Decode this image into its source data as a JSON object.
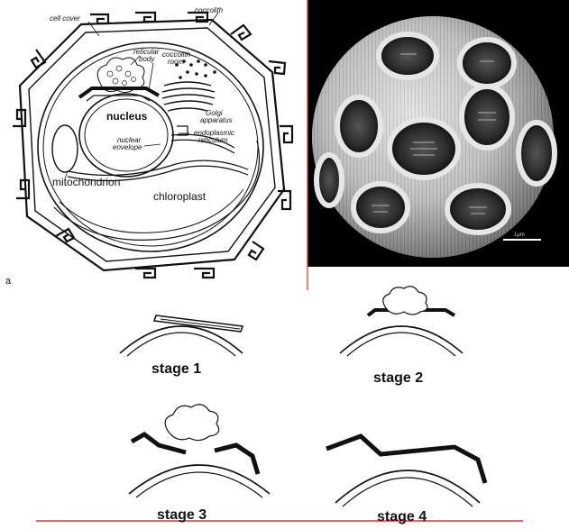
{
  "cell_diagram": {
    "panel_letter": "a",
    "labels": {
      "cell_cover": "cell cover",
      "coccolith": "coccolith",
      "reticular_body": "reticular body",
      "coccolith_room": "coccolith room",
      "golgi_apparatus": "Golgi apparatus",
      "nucleus": "nucleus",
      "nuclear_envelope": "nuclear envelope",
      "endoplasmic_reticulum": "endoplasmic reticulum",
      "mitochondrion": "mitochondrion",
      "chloroplast": "chloroplast"
    }
  },
  "micrograph": {
    "subject": "coccosphere scanning electron micrograph",
    "scale_bar_label": "1μm"
  },
  "stages": [
    "stage 1",
    "stage 2",
    "stage 3",
    "stage 4"
  ],
  "colors": {
    "divider": "#e03030",
    "ink": "#111111",
    "sem_background": "#000000"
  }
}
